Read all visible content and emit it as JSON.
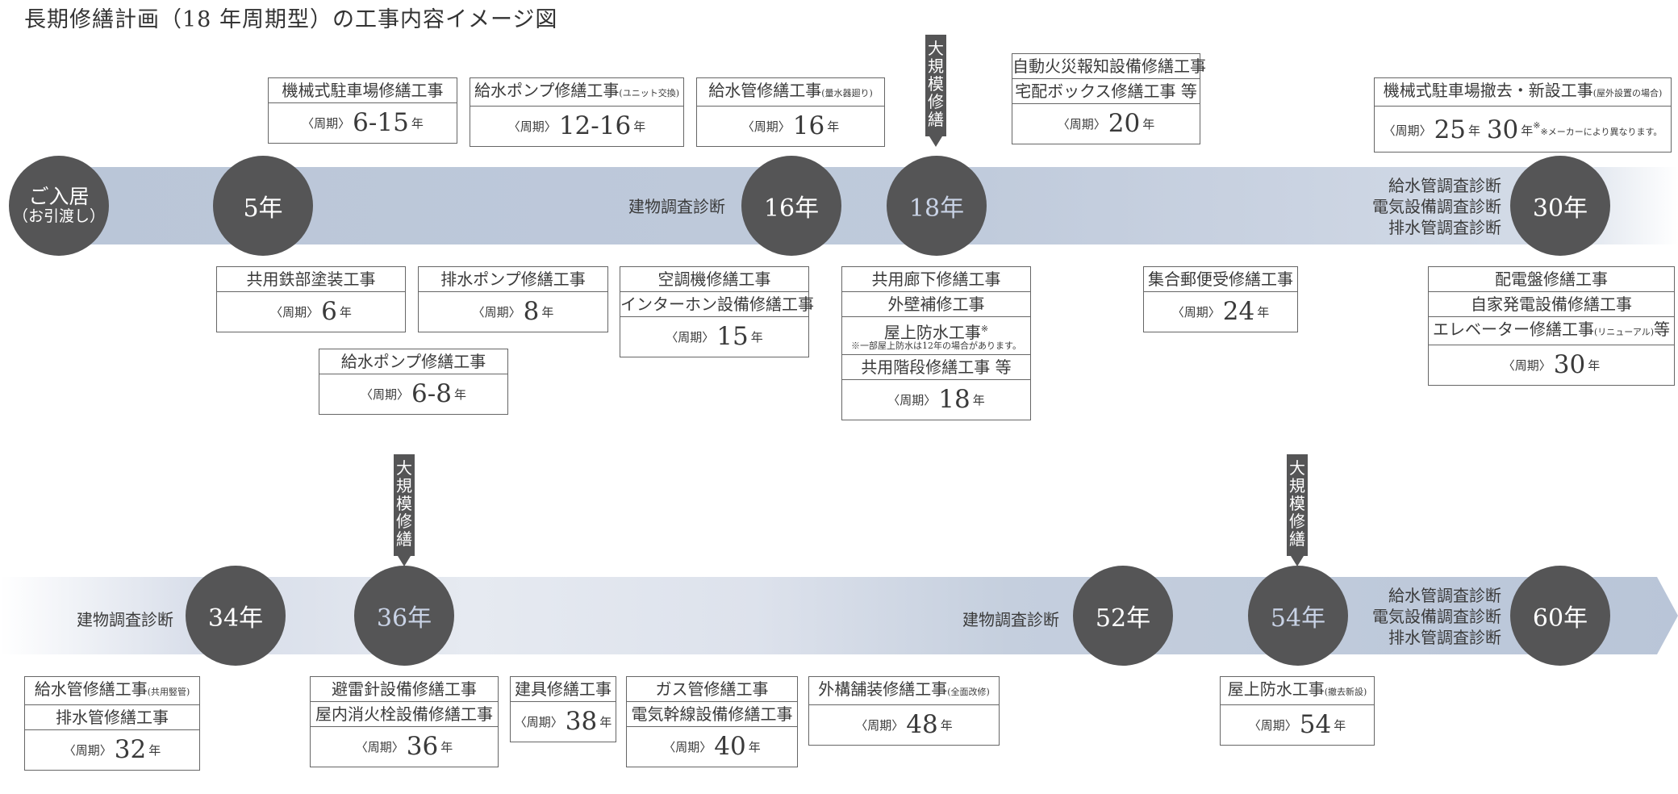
{
  "title": "長期修繕計画（18 年周期型）の工事内容イメージ図",
  "period_label": "〈周期〉",
  "year_unit": "年",
  "major_repair_label": "大規模修繕",
  "circles": {
    "start": {
      "line1": "ご入居",
      "line2": "（お引渡し）"
    },
    "y5": "5年",
    "y16": "16年",
    "y18": "18年",
    "y30": "30年",
    "y34": "34年",
    "y36": "36年",
    "y52": "52年",
    "y54": "54年",
    "y60": "60年"
  },
  "band_labels": {
    "survey": "建物調査診断",
    "y30": [
      "給水管調査診断",
      "電気設備調査診断",
      "排水管調査診断"
    ],
    "y60": [
      "給水管調査診断",
      "電気設備調査診断",
      "排水管調査診断"
    ]
  },
  "boxes": {
    "mech_parking": {
      "items": [
        "機械式駐車場修繕工事"
      ],
      "period": "6-15"
    },
    "water_pump_unit": {
      "item": "給水ポンプ修繕工事",
      "note": "(ユニット交換)",
      "period": "12-16"
    },
    "water_pipe_meter": {
      "item": "給水管修繕工事",
      "note": "(量水器廻り)",
      "period": "16"
    },
    "fire_alarm": {
      "items": [
        "自動火災報知設備修繕工事",
        "宅配ボックス修繕工事 等"
      ],
      "period": "20"
    },
    "mech_parking_replace": {
      "item": "機械式駐車場撤去・新設工事",
      "note": "(屋外設置の場合)",
      "period": "25",
      "period2": "30",
      "mark": "※",
      "footnote": "※メーカーにより異なります。"
    },
    "steel_paint": {
      "items": [
        "共用鉄部塗装工事"
      ],
      "period": "6"
    },
    "drain_pump": {
      "items": [
        "排水ポンプ修繕工事"
      ],
      "period": "8"
    },
    "water_pump": {
      "items": [
        "給水ポンプ修繕工事"
      ],
      "period": "6-8"
    },
    "aircon": {
      "items": [
        "空調機修繕工事",
        "インターホン設備修繕工事"
      ],
      "period": "15"
    },
    "y18": {
      "item1": "共用廊下修繕工事",
      "item2": "外壁補修工事",
      "item3": "屋上防水工事",
      "mark": "※",
      "note": "※一部屋上防水は12年の場合があります。",
      "item4": "共用階段修繕工事 等",
      "period": "18"
    },
    "mailbox": {
      "items": [
        "集合郵便受修繕工事"
      ],
      "period": "24"
    },
    "switchboard": {
      "item1": "配電盤修繕工事",
      "item2": "自家発電設備修繕工事",
      "item3": "エレベーター修繕工事",
      "note": "(リニューアル)",
      "suffix": "等",
      "period": "30"
    },
    "water_pipe_common": {
      "item1": "給水管修繕工事",
      "note": "(共用竪管)",
      "item2": "排水管修繕工事",
      "period": "32"
    },
    "lightning": {
      "items": [
        "避雷針設備修繕工事",
        "屋内消火栓設備修繕工事"
      ],
      "period": "36"
    },
    "fittings": {
      "items": [
        "建具修繕工事"
      ],
      "period": "38"
    },
    "gas": {
      "items": [
        "ガス管修繕工事",
        "電気幹線設備修繕工事"
      ],
      "period": "40"
    },
    "exterior": {
      "item": "外構舗装修繕工事",
      "note": "(全面改修)",
      "period": "48"
    },
    "roof54": {
      "item": "屋上防水工事",
      "note": "(撤去新設)",
      "period": "54"
    }
  }
}
